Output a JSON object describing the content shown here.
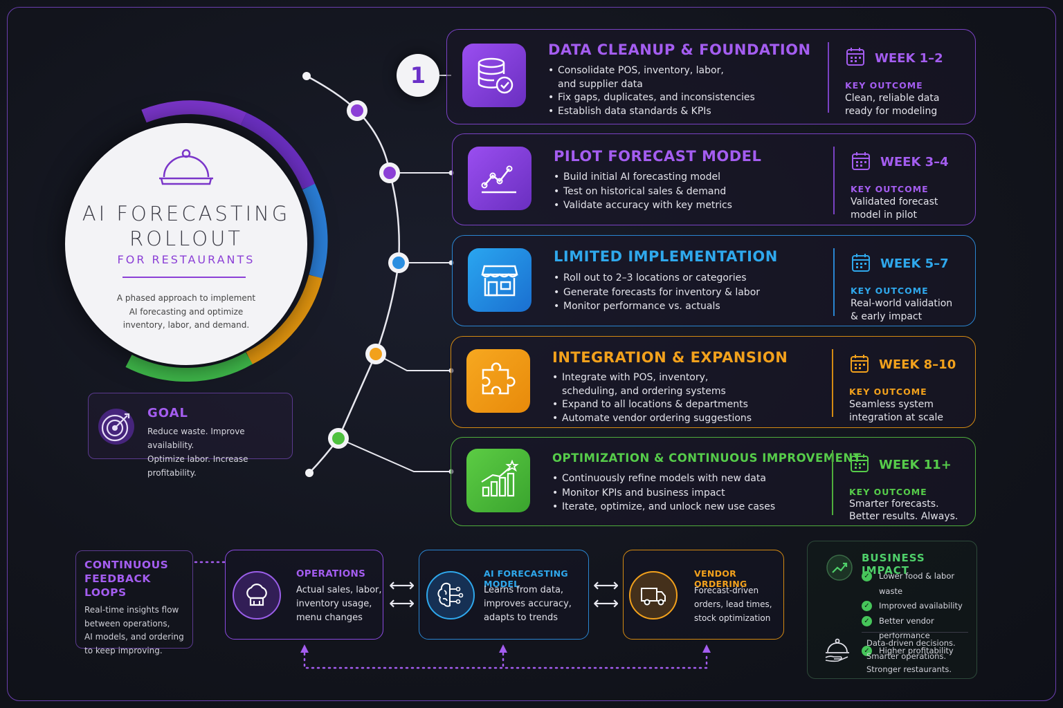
{
  "hero": {
    "title_line1": "AI FORECASTING",
    "title_line2": "ROLLOUT",
    "subtitle": "FOR RESTAURANTS",
    "description": "A phased approach to implement AI forecasting and optimize inventory, labor, and demand."
  },
  "goal": {
    "title": "GOAL",
    "line1": "Reduce waste. Improve availability.",
    "line2": "Optimize labor. Increase profitability."
  },
  "step_badge": "1",
  "phases": [
    {
      "title": "DATA CLEANUP & FOUNDATION",
      "color": "#a45df0",
      "bullets": [
        "Consolidate POS, inventory, labor,",
        "and supplier data",
        "Fix gaps, duplicates, and inconsistencies",
        "Establish data standards & KPIs"
      ],
      "week": "WEEK 1–2",
      "key_outcome_label": "KEY OUTCOME",
      "key_outcome": [
        "Clean, reliable data",
        "ready for modeling"
      ],
      "icon": "database-check-icon"
    },
    {
      "title": "PILOT FORECAST MODEL",
      "color": "#a45df0",
      "bullets": [
        "Build initial AI forecasting model",
        "Test on historical sales & demand",
        "Validate accuracy with key metrics"
      ],
      "week": "WEEK 3–4",
      "key_outcome_label": "KEY OUTCOME",
      "key_outcome": [
        "Validated forecast",
        "model in pilot"
      ],
      "icon": "line-chart-icon"
    },
    {
      "title": "LIMITED IMPLEMENTATION",
      "color": "#2fa8ec",
      "bullets": [
        "Roll out to 2–3 locations or categories",
        "Generate forecasts for inventory & labor",
        "Monitor performance vs. actuals"
      ],
      "week": "WEEK 5–7",
      "key_outcome_label": "KEY OUTCOME",
      "key_outcome": [
        "Real-world validation",
        "& early impact"
      ],
      "icon": "storefront-icon"
    },
    {
      "title": "INTEGRATION & EXPANSION",
      "color": "#f2a11c",
      "bullets": [
        "Integrate with POS, inventory,",
        "scheduling, and ordering systems",
        "Expand to all locations & departments",
        "Automate vendor ordering suggestions"
      ],
      "week": "WEEK 8–10",
      "key_outcome_label": "KEY OUTCOME",
      "key_outcome": [
        "Seamless system",
        "integration at scale"
      ],
      "icon": "puzzle-icon"
    },
    {
      "title": "OPTIMIZATION & CONTINUOUS IMPROVEMENT",
      "color": "#56cc4a",
      "bullets": [
        "Continuously refine models with new data",
        "Monitor KPIs and business impact",
        "Iterate, optimize, and unlock new use cases"
      ],
      "week": "WEEK 11+",
      "key_outcome_label": "KEY OUTCOME",
      "key_outcome": [
        "Smarter forecasts.",
        "Better results. Always."
      ],
      "icon": "growth-bars-icon"
    }
  ],
  "feedback": {
    "title_line1": "CONTINUOUS",
    "title_line2": "FEEDBACK LOOPS",
    "text": [
      "Real-time insights flow",
      "between operations,",
      "AI models, and ordering",
      "to keep improving."
    ]
  },
  "flow": [
    {
      "title": "OPERATIONS",
      "lines": [
        "Actual sales, labor,",
        "inventory usage,",
        "menu changes"
      ],
      "color": "#a45df0"
    },
    {
      "title": "AI FORECASTING MODEL",
      "lines": [
        "Learns from data,",
        "improves accuracy,",
        "adapts to trends"
      ],
      "color": "#2fa8ec"
    },
    {
      "title": "VENDOR ORDERING",
      "lines": [
        "Forecast-driven",
        "orders, lead times,",
        "stock optimization"
      ],
      "color": "#f2a11c"
    }
  ],
  "business_impact": {
    "title": "BUSINESS IMPACT",
    "items": [
      "Lower food & labor waste",
      "Improved availability",
      "Better vendor performance",
      "Higher profitability"
    ],
    "footer": [
      "Data-driven decisions.",
      "Smarter operations.",
      "Stronger restaurants."
    ]
  }
}
